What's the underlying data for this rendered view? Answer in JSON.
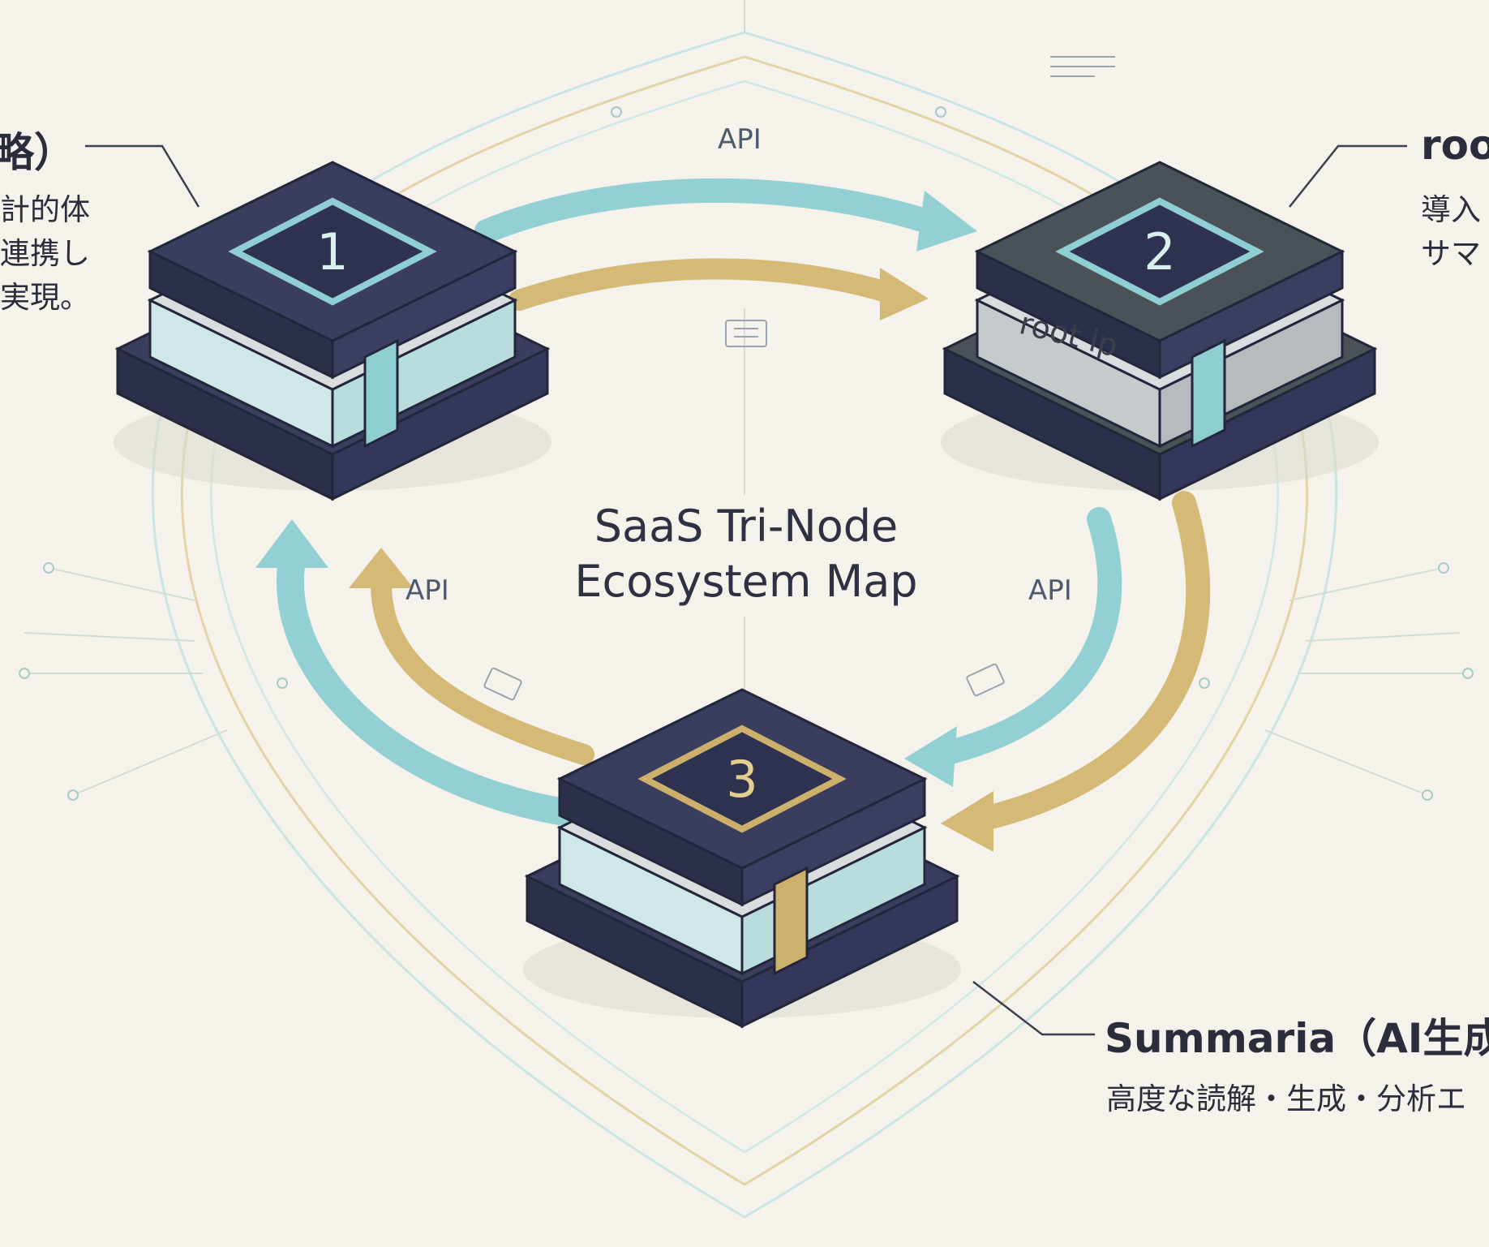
{
  "title": "SaaS Tri-Node Ecosystem Map",
  "title_lines": [
    "SaaS Tri-Node",
    "Ecosystem Map"
  ],
  "api_label": "API",
  "colors": {
    "background": "#f4f2ea",
    "navy": "#3a3d5e",
    "teal": "#8fcfd3",
    "gold": "#cdb06c",
    "slate": "#4a5258"
  },
  "nodes": [
    {
      "number": "1",
      "label_title": "略）",
      "label_lines": [
        "計的体",
        "連携し",
        "実現。"
      ],
      "accent": "teal",
      "side_text": ""
    },
    {
      "number": "2",
      "label_title": "roo",
      "label_lines": [
        "導入",
        "サマ"
      ],
      "accent": "teal",
      "side_text": "root ip"
    },
    {
      "number": "3",
      "label_title": "Summaria（AI生成",
      "label_lines": [
        "高度な読解・生成・分析エ"
      ],
      "accent": "gold",
      "side_text": ""
    }
  ],
  "icons": [
    "server-node-icon",
    "document-icon",
    "flow-arrow-icon"
  ]
}
